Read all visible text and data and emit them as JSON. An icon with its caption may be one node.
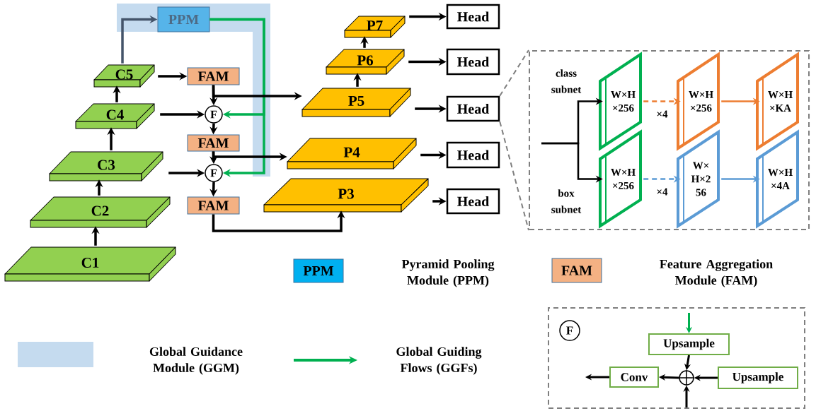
{
  "diagram": {
    "nodes": [
      {
        "text": [
          "C1"
        ]
      },
      {
        "text": [
          "C2"
        ]
      },
      {
        "text": [
          "C3"
        ]
      },
      {
        "text": [
          "C4"
        ]
      },
      {
        "text": [
          "C5"
        ]
      },
      {
        "text": [
          "PPM"
        ]
      },
      {
        "text": [
          "FAM"
        ]
      },
      {
        "text": [
          "F"
        ]
      },
      {
        "text": [
          "FAM"
        ]
      },
      {
        "text": [
          "F"
        ]
      },
      {
        "text": [
          "FAM"
        ]
      },
      {
        "text": [
          "P7"
        ]
      },
      {
        "text": [
          "P6"
        ]
      },
      {
        "text": [
          "P5"
        ]
      },
      {
        "text": [
          "P4"
        ]
      },
      {
        "text": [
          "P3"
        ]
      },
      {
        "text": [
          "Head"
        ]
      },
      {
        "text": [
          "Head"
        ]
      },
      {
        "text": [
          "Head"
        ]
      },
      {
        "text": [
          "Head"
        ]
      },
      {
        "text": [
          "Head"
        ]
      },
      {
        "text": [],
        "shape": "box"
      },
      {
        "text": [
          "W×H ×256"
        ],
        "in": 21,
        "beside": [
          "class subnet"
        ]
      },
      {
        "text": [
          "W×H ×256"
        ],
        "in": 21
      },
      {
        "text": [
          "W×H ×KA"
        ],
        "in": 21
      },
      {
        "text": [
          "W×H ×256"
        ],
        "in": 21,
        "beside": [
          "box subnet"
        ]
      },
      {
        "text": [
          "W× H×2 56"
        ],
        "in": 21
      },
      {
        "text": [
          "W×H ×4A"
        ],
        "in": 21
      },
      {
        "text": [],
        "shape": "box"
      },
      {
        "text": [
          "F"
        ],
        "in": 28
      },
      {
        "text": [
          "Upsample"
        ],
        "in": 28
      },
      {
        "text": [
          "Conv"
        ],
        "in": 28
      },
      {
        "text": [],
        "shape": "circle",
        "in": 28
      },
      {
        "text": [
          "Upsample"
        ],
        "in": 28
      }
    ],
    "edges": [
      {
        "from": 0,
        "to": 1,
        "arrow": "to"
      },
      {
        "from": 1,
        "to": 2,
        "arrow": "to"
      },
      {
        "from": 2,
        "to": 3,
        "arrow": "to"
      },
      {
        "from": 3,
        "to": 4,
        "arrow": "to"
      },
      {
        "from": 4,
        "to": 5,
        "arrow": "to",
        "color": "#44546a"
      },
      {
        "from": 4,
        "to": 6,
        "arrow": "to"
      },
      {
        "from": 6,
        "to": 7,
        "arrow": "to"
      },
      {
        "from": 3,
        "to": 7,
        "arrow": "to"
      },
      {
        "from": 5,
        "to": 7,
        "arrow": "to",
        "color": "#00b050"
      },
      {
        "from": 7,
        "to": 8,
        "arrow": "to"
      },
      {
        "from": 2,
        "to": 9,
        "arrow": "to"
      },
      {
        "from": 5,
        "to": 9,
        "arrow": "to",
        "color": "#00b050"
      },
      {
        "from": 8,
        "to": 9,
        "arrow": "to"
      },
      {
        "from": 9,
        "to": 10,
        "arrow": "to"
      },
      {
        "from": 6,
        "to": 13,
        "arrow": "to"
      },
      {
        "from": 8,
        "to": 14,
        "arrow": "to"
      },
      {
        "from": 10,
        "to": 15,
        "arrow": "to"
      },
      {
        "from": 13,
        "to": 12,
        "arrow": "to"
      },
      {
        "from": 12,
        "to": 11,
        "arrow": "to"
      },
      {
        "from": 11,
        "to": 16,
        "arrow": "to"
      },
      {
        "from": 12,
        "to": 17,
        "arrow": "to"
      },
      {
        "from": 13,
        "to": 18,
        "arrow": "to"
      },
      {
        "from": 14,
        "to": 19,
        "arrow": "to"
      },
      {
        "from": 15,
        "to": 20,
        "arrow": "to"
      },
      {
        "from": 18,
        "to": 21,
        "arrow": "none",
        "style": "dashed",
        "color": "#7f7f7f"
      },
      {
        "from": 18,
        "to": 21,
        "arrow": "none",
        "style": "dashed",
        "color": "#7f7f7f"
      },
      {
        "from": null,
        "to": 22,
        "arrow": "to"
      },
      {
        "from": null,
        "to": 25,
        "arrow": "to"
      },
      {
        "from": 22,
        "to": 23,
        "arrow": "to",
        "label": "×4",
        "style": "dashed",
        "color": "#ed7d31"
      },
      {
        "from": 23,
        "to": 24,
        "arrow": "to",
        "color": "#ed7d31"
      },
      {
        "from": 25,
        "to": 26,
        "arrow": "to",
        "label": "×4",
        "style": "dashed",
        "color": "#5b9bd5"
      },
      {
        "from": 26,
        "to": 27,
        "arrow": "to",
        "color": "#5b9bd5"
      },
      {
        "from": null,
        "to": 30,
        "arrow": "to",
        "color": "#00b050"
      },
      {
        "from": 30,
        "to": 32,
        "arrow": "to"
      },
      {
        "from": 33,
        "to": 32,
        "arrow": "to"
      },
      {
        "from": null,
        "to": 32,
        "arrow": "to"
      },
      {
        "from": 32,
        "to": 31,
        "arrow": "to"
      },
      {
        "from": 31,
        "to": null,
        "arrow": "to"
      }
    ],
    "labels": [
      "PPM",
      "FAM"
    ],
    "legend": [
      {
        "text": "Pyramid Pooling Module (PPM)",
        "color": "#00b0f0"
      },
      {
        "text": "Feature Aggregation Module (FAM)",
        "color": "#f4b183"
      },
      {
        "text": "Global Guidance Module (GGM)",
        "color": "#c5dbef"
      },
      {
        "text": "Global Guiding Flows (GGFs)"
      }
    ]
  }
}
